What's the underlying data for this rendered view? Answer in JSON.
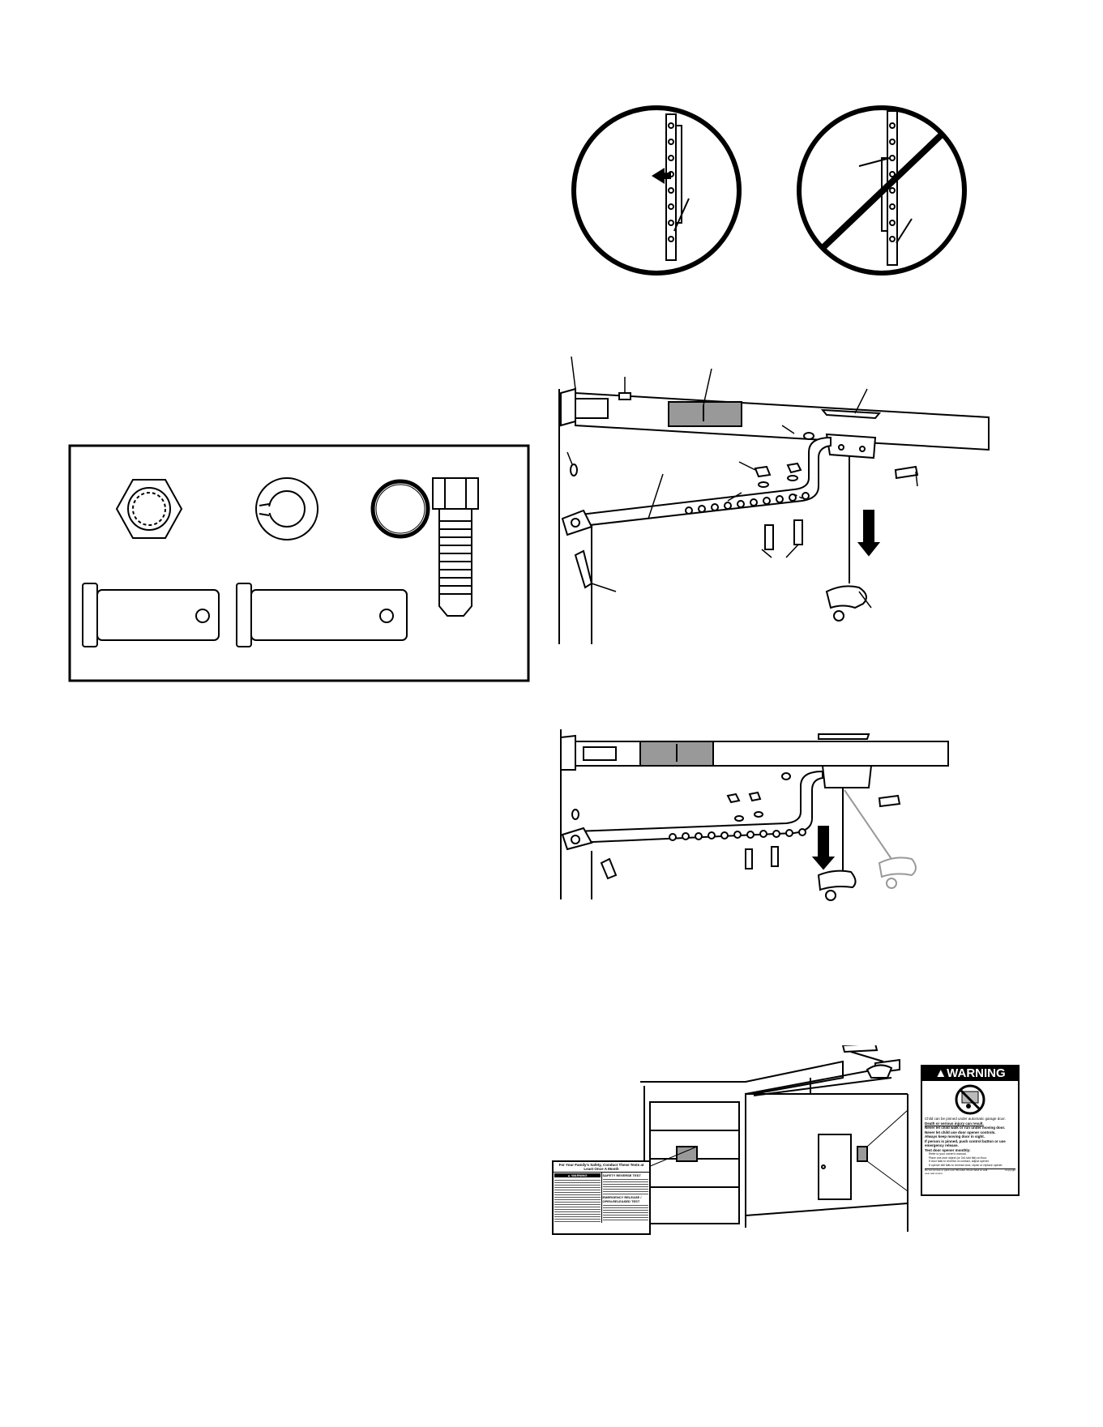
{
  "warning_label": {
    "title": "WARNING",
    "headline": "Child can be pinned under automatic garage door.",
    "headline_emphasis": "Death or serious injury can result.",
    "items": [
      "Never let child walk or run under moving door.",
      "Never let child use door opener controls.",
      "Always keep moving door in sight.",
      "If person is pinned, push control button or use emergency release.",
      "Test door opener monthly:"
    ],
    "subitems": [
      "Refer to your owner's manual.",
      "Place one-inch object (or 2x4 laid flat) on floor.",
      "If door fails to reverse on contact, adjust opener.",
      "If opener still fails to reverse door, repair or replace opener."
    ],
    "footer": "Do not remove or paint over this label. Mount label on wall near wall control.",
    "copyright": "Copyright"
  },
  "door_label": {
    "title": "For Your Family's Safety, Conduct These Tests at Least Once A Month",
    "warning": "WARNING",
    "section_safety": "SAFETY REVERSE TEST",
    "section_release": "EMERGENCY RELEASE / OPEN-RELEASED TEST"
  },
  "colors": {
    "ink": "#000000",
    "label_fill": "#999999",
    "paper": "#ffffff"
  }
}
